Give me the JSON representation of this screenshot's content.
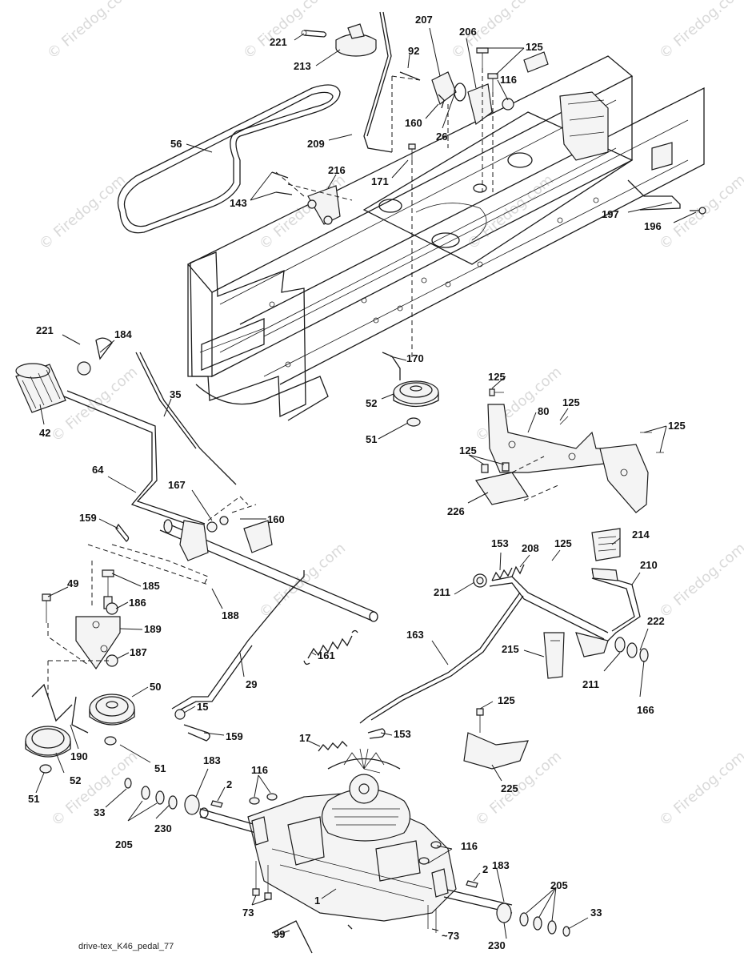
{
  "caption": "drive-tex_K46_pedal_77",
  "watermark": "© Firedog.com",
  "callouts": [
    {
      "id": "c-221a",
      "text": "221"
    },
    {
      "id": "c-213",
      "text": "213"
    },
    {
      "id": "c-207",
      "text": "207"
    },
    {
      "id": "c-206",
      "text": "206"
    },
    {
      "id": "c-125a",
      "text": "125"
    },
    {
      "id": "c-92",
      "text": "92"
    },
    {
      "id": "c-116a",
      "text": "116"
    },
    {
      "id": "c-160a",
      "text": "160"
    },
    {
      "id": "c-26",
      "text": "26"
    },
    {
      "id": "c-56",
      "text": "56"
    },
    {
      "id": "c-209",
      "text": "209"
    },
    {
      "id": "c-171",
      "text": "171"
    },
    {
      "id": "c-216",
      "text": "216"
    },
    {
      "id": "c-143",
      "text": "143"
    },
    {
      "id": "c-197",
      "text": "197"
    },
    {
      "id": "c-196",
      "text": "196"
    },
    {
      "id": "c-221b",
      "text": "221"
    },
    {
      "id": "c-184",
      "text": "184"
    },
    {
      "id": "c-35",
      "text": "35"
    },
    {
      "id": "c-42",
      "text": "42"
    },
    {
      "id": "c-170",
      "text": "170"
    },
    {
      "id": "c-52a",
      "text": "52"
    },
    {
      "id": "c-51a",
      "text": "51"
    },
    {
      "id": "c-125b",
      "text": "125"
    },
    {
      "id": "c-80",
      "text": "80"
    },
    {
      "id": "c-125c",
      "text": "125"
    },
    {
      "id": "c-125d",
      "text": "125"
    },
    {
      "id": "c-125e",
      "text": "125"
    },
    {
      "id": "c-226",
      "text": "226"
    },
    {
      "id": "c-64",
      "text": "64"
    },
    {
      "id": "c-167",
      "text": "167"
    },
    {
      "id": "c-160b",
      "text": "160"
    },
    {
      "id": "c-159a",
      "text": "159"
    },
    {
      "id": "c-185",
      "text": "185"
    },
    {
      "id": "c-49",
      "text": "49"
    },
    {
      "id": "c-186",
      "text": "186"
    },
    {
      "id": "c-189",
      "text": "189"
    },
    {
      "id": "c-188",
      "text": "188"
    },
    {
      "id": "c-187",
      "text": "187"
    },
    {
      "id": "c-161",
      "text": "161"
    },
    {
      "id": "c-50",
      "text": "50"
    },
    {
      "id": "c-29",
      "text": "29"
    },
    {
      "id": "c-15",
      "text": "15"
    },
    {
      "id": "c-159b",
      "text": "159"
    },
    {
      "id": "c-190",
      "text": "190"
    },
    {
      "id": "c-52b",
      "text": "52"
    },
    {
      "id": "c-51b",
      "text": "51"
    },
    {
      "id": "c-51c",
      "text": "51"
    },
    {
      "id": "c-214",
      "text": "214"
    },
    {
      "id": "c-153a",
      "text": "153"
    },
    {
      "id": "c-208",
      "text": "208"
    },
    {
      "id": "c-125f",
      "text": "125"
    },
    {
      "id": "c-210",
      "text": "210"
    },
    {
      "id": "c-211a",
      "text": "211"
    },
    {
      "id": "c-222",
      "text": "222"
    },
    {
      "id": "c-163",
      "text": "163"
    },
    {
      "id": "c-215",
      "text": "215"
    },
    {
      "id": "c-211b",
      "text": "211"
    },
    {
      "id": "c-166",
      "text": "166"
    },
    {
      "id": "c-125g",
      "text": "125"
    },
    {
      "id": "c-17",
      "text": "17"
    },
    {
      "id": "c-153b",
      "text": "153"
    },
    {
      "id": "c-225",
      "text": "225"
    },
    {
      "id": "c-183a",
      "text": "183"
    },
    {
      "id": "c-116b",
      "text": "116"
    },
    {
      "id": "c-2a",
      "text": "2"
    },
    {
      "id": "c-33a",
      "text": "33"
    },
    {
      "id": "c-205a",
      "text": "205"
    },
    {
      "id": "c-230a",
      "text": "230"
    },
    {
      "id": "c-116c",
      "text": "116"
    },
    {
      "id": "c-2b",
      "text": "2"
    },
    {
      "id": "c-183b",
      "text": "183"
    },
    {
      "id": "c-205b",
      "text": "205"
    },
    {
      "id": "c-73a",
      "text": "73"
    },
    {
      "id": "c-1",
      "text": "1"
    },
    {
      "id": "c-33b",
      "text": "33"
    },
    {
      "id": "c-99",
      "text": "99"
    },
    {
      "id": "c-73b",
      "text": "73"
    },
    {
      "id": "c-230b",
      "text": "230"
    }
  ]
}
